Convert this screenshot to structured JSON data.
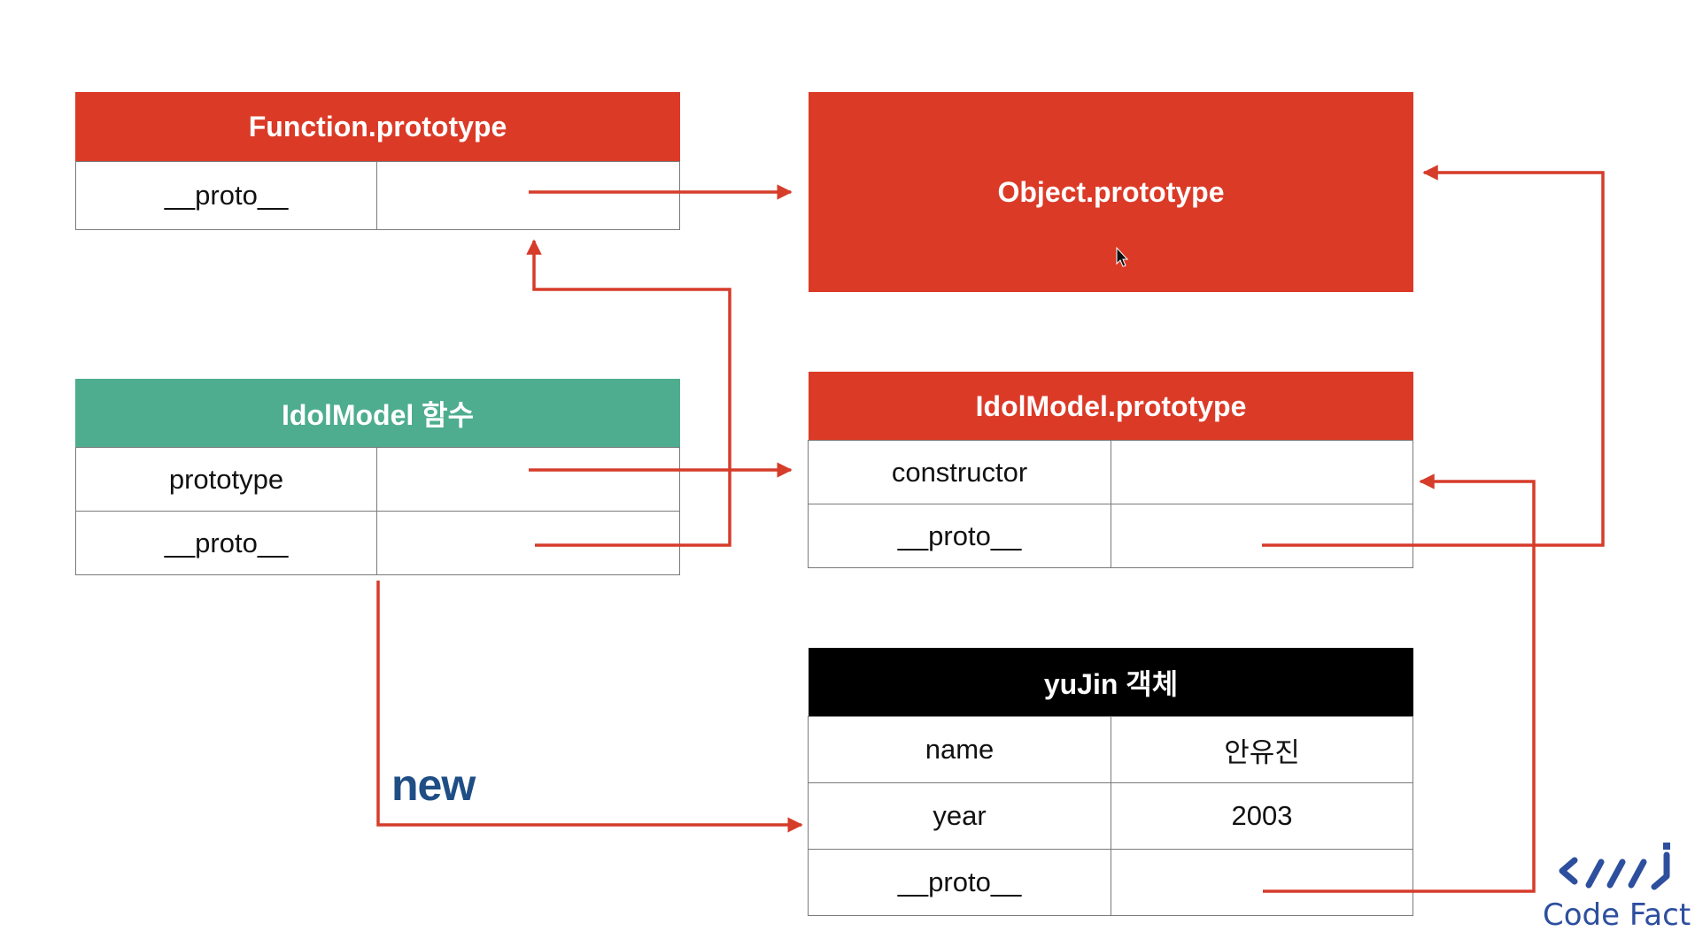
{
  "colors": {
    "red_header": "#db3a27",
    "green_header": "#4ead8e",
    "black_header": "#000000",
    "arrow": "#d63c2a",
    "new_label": "#1f4e85",
    "logo": "#2d4f9e"
  },
  "function_prototype": {
    "title": "Function.prototype",
    "rows": [
      {
        "key": "__proto__",
        "value": ""
      }
    ]
  },
  "object_prototype": {
    "title": "Object.prototype"
  },
  "idolmodel_function": {
    "title": "IdolModel 함수",
    "rows": [
      {
        "key": "prototype",
        "value": ""
      },
      {
        "key": "__proto__",
        "value": ""
      }
    ]
  },
  "idolmodel_prototype": {
    "title": "IdolModel.prototype",
    "rows": [
      {
        "key": "constructor",
        "value": ""
      },
      {
        "key": "__proto__",
        "value": ""
      }
    ]
  },
  "yujin_object": {
    "title": "yuJin 객체",
    "rows": [
      {
        "key": "name",
        "value": "안유진"
      },
      {
        "key": "year",
        "value": "2003"
      },
      {
        "key": "__proto__",
        "value": ""
      }
    ]
  },
  "new_label": "new",
  "logo": {
    "text": "Code Fact",
    "icon": "code-brackets-icon"
  },
  "cursor": {
    "icon": "mouse-pointer-icon"
  }
}
